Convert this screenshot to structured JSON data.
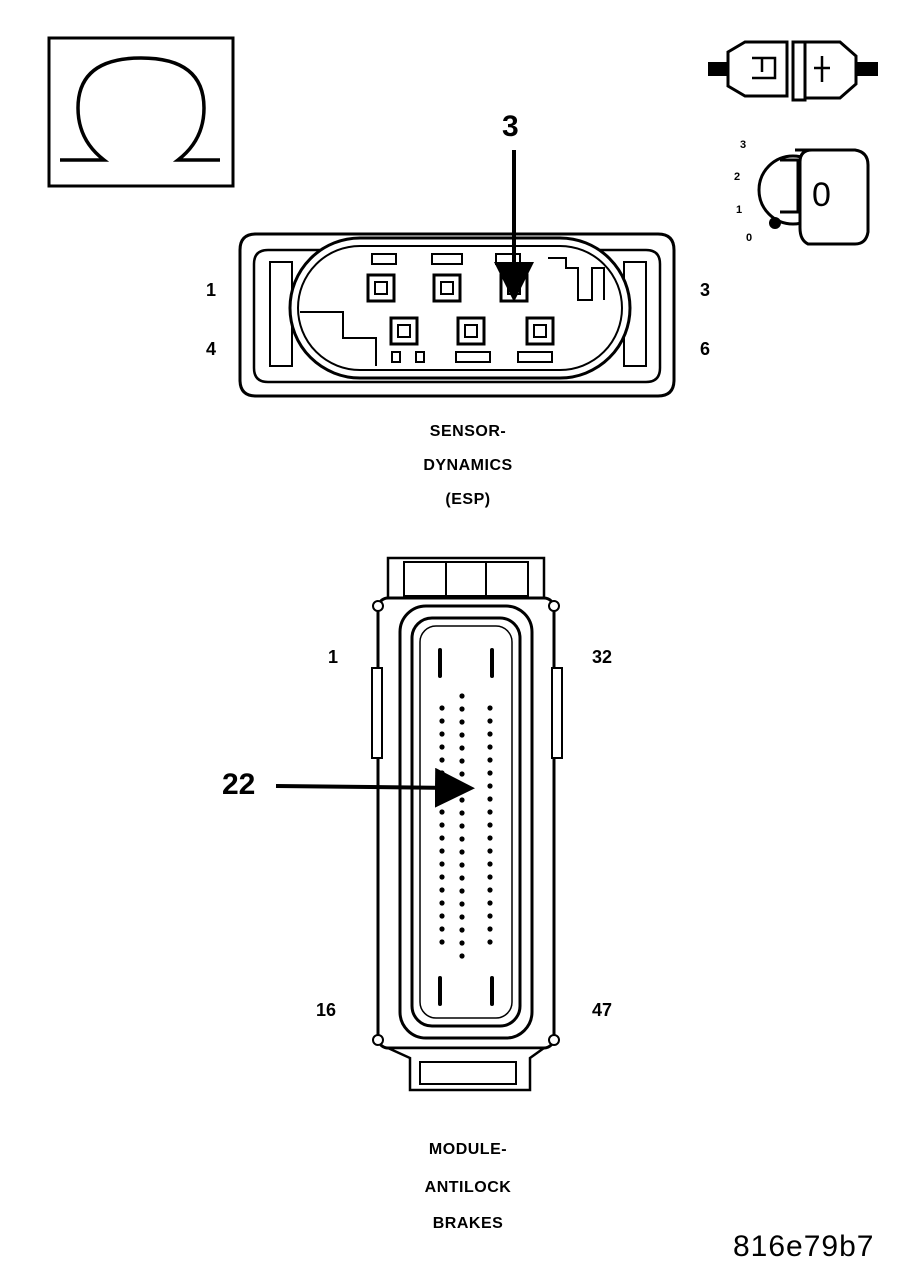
{
  "ignition_key": {
    "positions": [
      "3",
      "2",
      "1",
      "0"
    ],
    "selected": "0"
  },
  "esp_connector": {
    "callout_pin": "3",
    "pin_top_left": "1",
    "pin_top_right": "3",
    "pin_bottom_left": "4",
    "pin_bottom_right": "6",
    "caption": [
      "SENSOR-",
      "DYNAMICS",
      "(ESP)"
    ]
  },
  "abs_connector": {
    "callout_pin": "22",
    "pin_top_left": "1",
    "pin_top_right": "32",
    "pin_bottom_left": "16",
    "pin_bottom_right": "47",
    "caption": [
      "MODULE-",
      "ANTILOCK",
      "BRAKES"
    ]
  },
  "figure_code": "816e79b7"
}
